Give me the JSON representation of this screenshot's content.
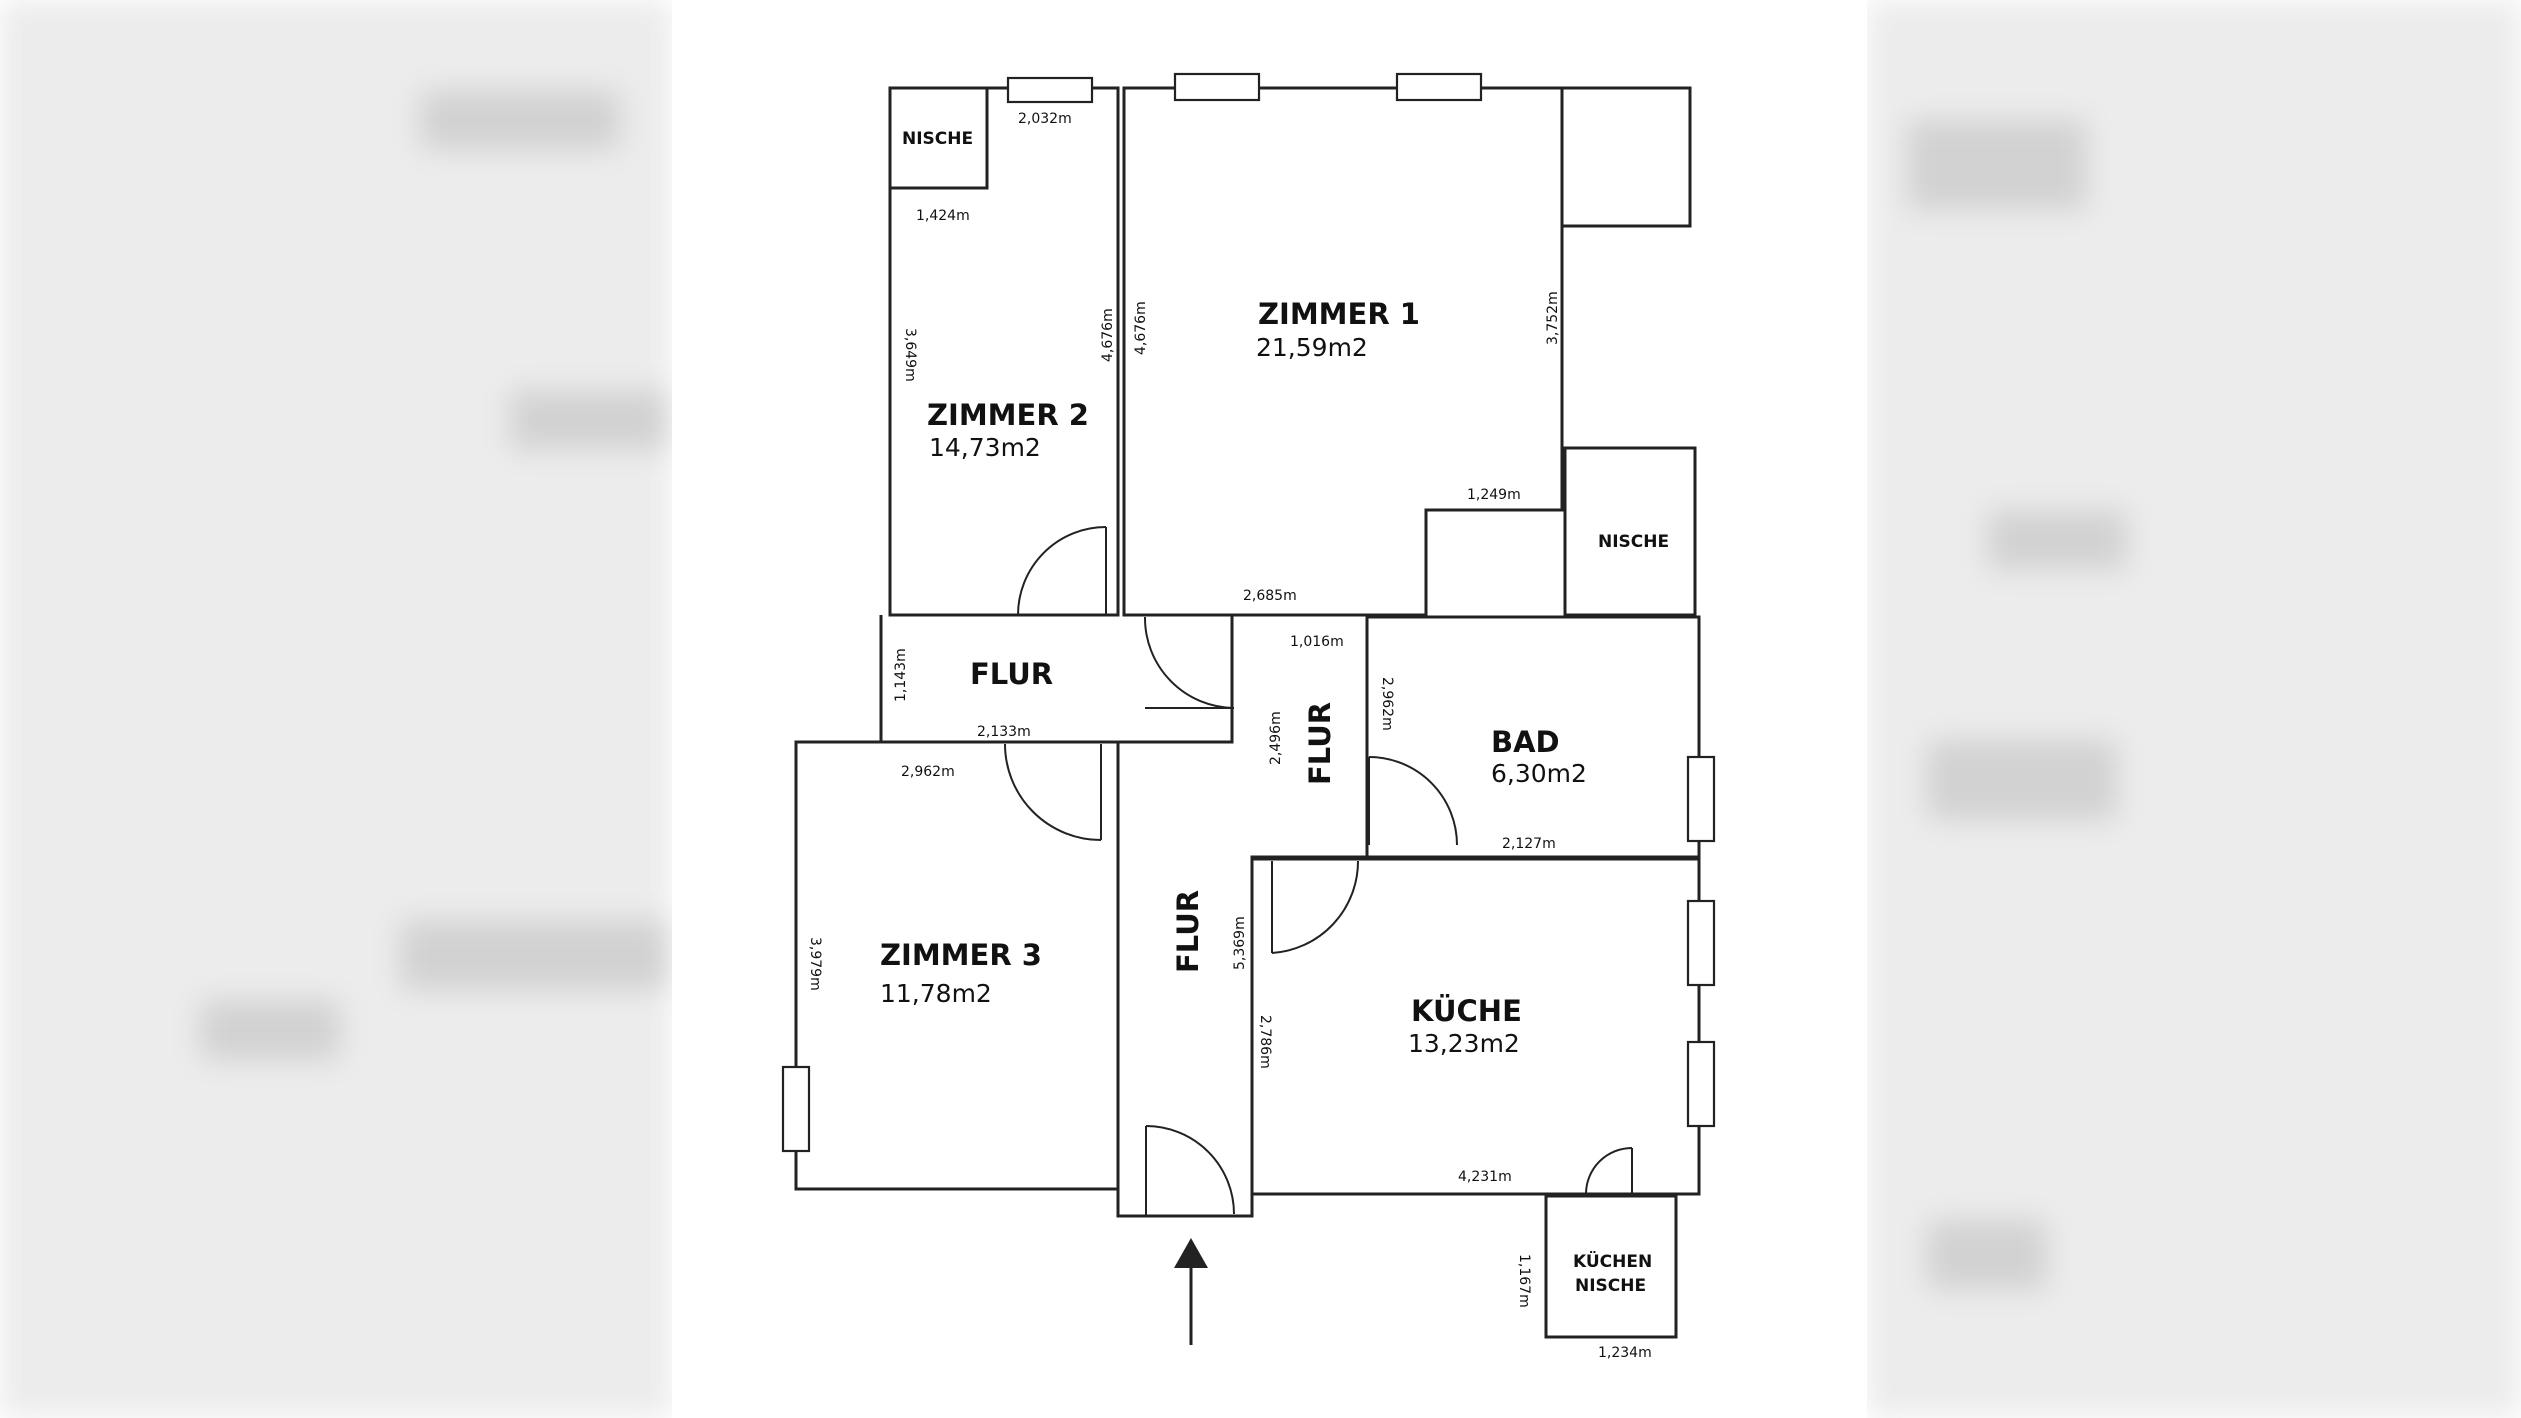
{
  "rooms": {
    "zimmer1": {
      "name": "ZIMMER 1",
      "area": "21,59m2"
    },
    "zimmer2": {
      "name": "ZIMMER 2",
      "area": "14,73m2"
    },
    "zimmer3": {
      "name": "ZIMMER 3",
      "area": "11,78m2"
    },
    "bad": {
      "name": "BAD",
      "area": "6,30m2"
    },
    "kueche": {
      "name": "KÜCHE",
      "area": "13,23m2"
    },
    "flur_top": {
      "name": "FLUR"
    },
    "flur_mid": {
      "name": "FLUR"
    },
    "flur_bottom": {
      "name": "FLUR"
    },
    "nische_top": {
      "name": "NISCHE"
    },
    "nische_right": {
      "name": "NISCHE"
    },
    "kuechennische": {
      "line1": "KÜCHEN",
      "line2": "NISCHE"
    }
  },
  "dimensions": {
    "d_2032": "2,032m",
    "d_1424": "1,424m",
    "d_3649": "3,649m",
    "d_4676_a": "4,676m",
    "d_4676_b": "4,676m",
    "d_3752": "3,752m",
    "d_1249": "1,249m",
    "d_2685": "2,685m",
    "d_1016": "1,016m",
    "d_1143": "1,143m",
    "d_2133": "2,133m",
    "d_2962_a": "2,962m",
    "d_2962_b": "2,962m",
    "d_2496": "2,496m",
    "d_2127": "2,127m",
    "d_3979": "3,979m",
    "d_5369": "5,369m",
    "d_2786": "2,786m",
    "d_4231": "4,231m",
    "d_1167": "1,167m",
    "d_1234": "1,234m"
  },
  "entrance": {
    "icon": "arrow-up-icon"
  },
  "colors": {
    "line": "#222222",
    "background": "#ffffff",
    "blur": "#d2d2d2"
  }
}
